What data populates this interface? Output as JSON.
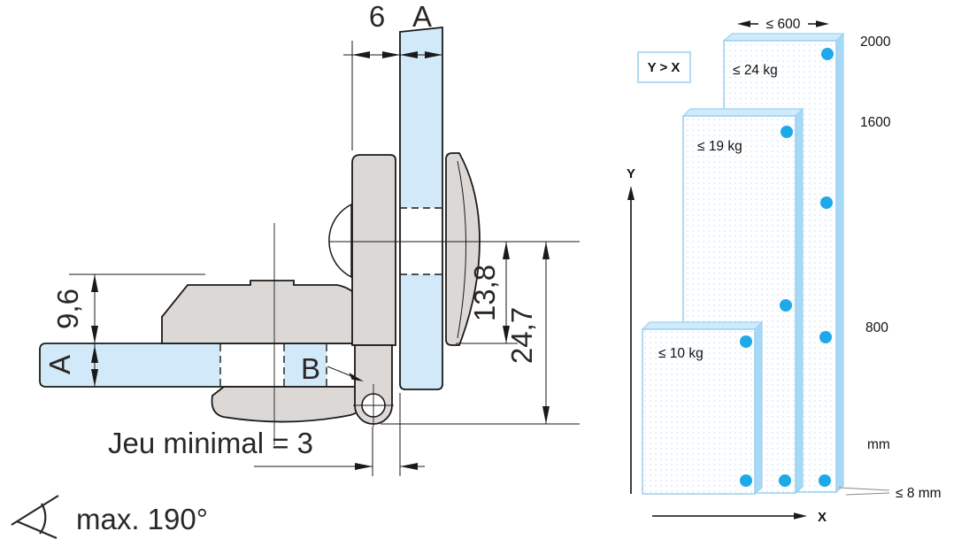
{
  "hinge_drawing": {
    "dim_top_offset": "6",
    "dim_door_thickness": "A",
    "dim_arm_height": "9,6",
    "dim_panel_thickness": "A",
    "dim_cup_center_to_panel": "13,8",
    "dim_cup_center_to_pivot": "24,7",
    "pivot_label": "B",
    "min_clearance_text": "Jeu minimal = 3",
    "opening_angle_text": "max. 190°"
  },
  "door_chart": {
    "rule_box": "Y > X",
    "max_width_label": "≤ 600",
    "axis_y_label": "Y",
    "axis_x_label": "X",
    "unit_label": "mm",
    "door_thickness_label": "≤ 8 mm",
    "height_ticks": [
      "2000",
      "1600",
      "800"
    ],
    "doors": [
      {
        "max_weight": "≤ 24 kg",
        "height_mm": 2000,
        "max_width_mm": 600,
        "hinge_count": 4
      },
      {
        "max_weight": "≤ 19 kg",
        "height_mm": 1600,
        "max_width_mm": 600,
        "hinge_count": 3
      },
      {
        "max_weight": "≤ 10 kg",
        "height_mm": 800,
        "max_width_mm": 600,
        "hinge_count": 2
      }
    ]
  },
  "colors": {
    "panel_blue": "#d2e9f9",
    "hinge_gray": "#dcd8d6",
    "door_edge_blue": "#a6d9f6",
    "door_bevel_blue": "#cfeafc",
    "hinge_dot_blue": "#1ea9e9",
    "line_black": "#1a1a1a"
  }
}
